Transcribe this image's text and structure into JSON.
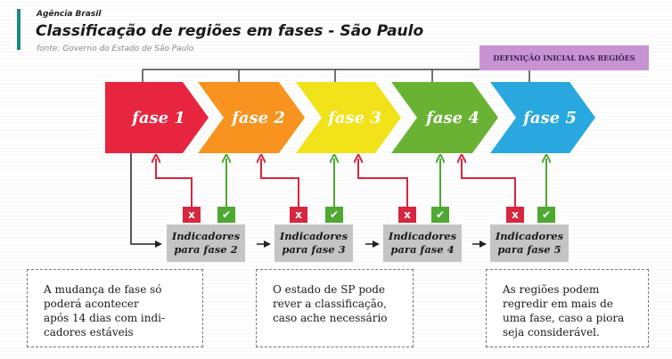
{
  "header": {
    "agency": "Agência Brasil",
    "title": "Classificação de regiões em fases - São Paulo",
    "source": "fonte: Governo do Estado de São Paulo",
    "accent_color": "#1f8a83"
  },
  "definition_box": {
    "label": "DEFINIÇÃO INICIAL DAS REGIÕES",
    "color": "#c893d2"
  },
  "phases": [
    {
      "label": "fase 1",
      "color": "#e8253f"
    },
    {
      "label": "fase 2",
      "color": "#f7931e"
    },
    {
      "label": "fase 3",
      "color": "#f2e21a"
    },
    {
      "label": "fase 4",
      "color": "#6ab234"
    },
    {
      "label": "fase 5",
      "color": "#29a8e0"
    }
  ],
  "indicators": [
    {
      "line1": "Indicadores",
      "line2": "para fase 2"
    },
    {
      "line1": "Indicadores",
      "line2": "para fase 3"
    },
    {
      "line1": "Indicadores",
      "line2": "para fase 4"
    },
    {
      "line1": "Indicadores",
      "line2": "para fase 5"
    }
  ],
  "badges": {
    "fail": "x",
    "pass": "✔",
    "fail_color": "#d7263d",
    "pass_color": "#4ea832"
  },
  "notes": [
    {
      "lines": [
        "A mudança de fase só",
        "poderá acontecer",
        "após 14 dias com indi-",
        "cadores estáveis"
      ]
    },
    {
      "lines": [
        "O estado de SP pode",
        "rever a classificação,",
        "caso ache necessário"
      ]
    },
    {
      "lines": [
        "As regiões podem",
        "regredir em mais de",
        "uma fase, caso a piora",
        "seja considerável."
      ]
    }
  ]
}
